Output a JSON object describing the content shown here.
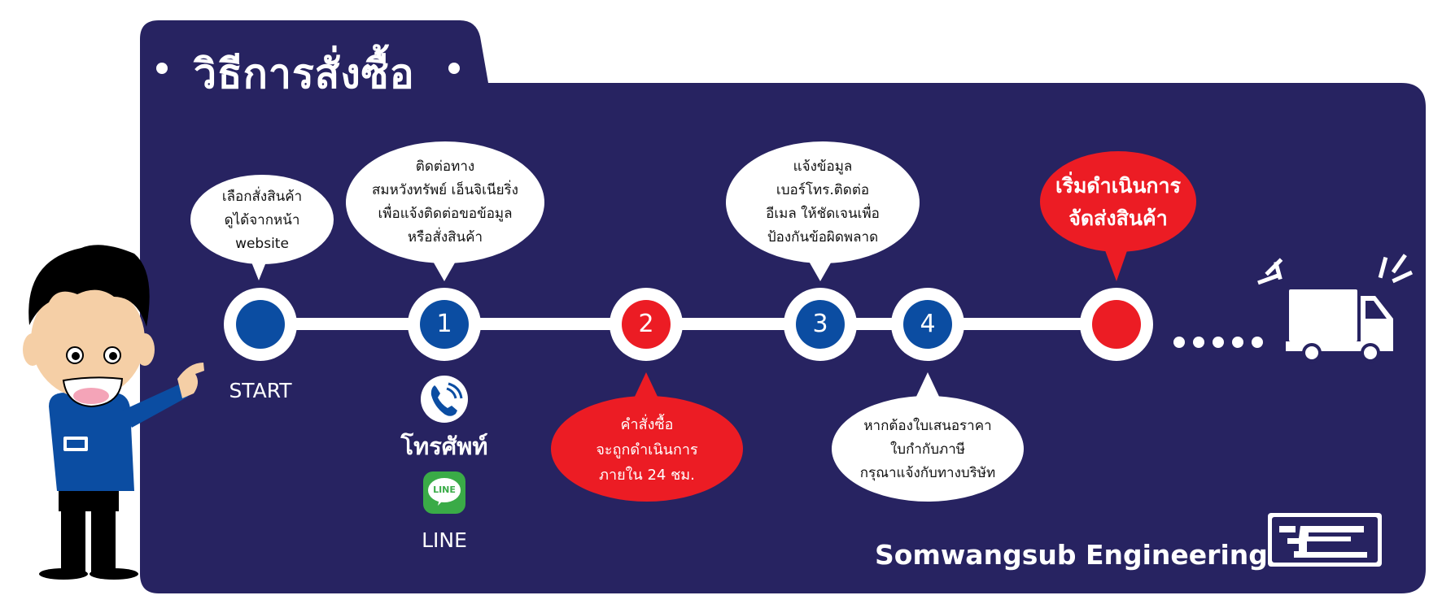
{
  "title": "วิธีการสั่งซื้อ",
  "bubbles": {
    "start": [
      "เลือกสั่งสินค้า",
      "ดูได้จากหน้า",
      "website"
    ],
    "step1": [
      "ติดต่อทาง",
      "สมหวังทรัพย์ เอ็นจิเนียริ่ง",
      "เพื่อแจ้งติดต่อขอข้อมูล",
      "หรือสั่งสินค้า"
    ],
    "step2": [
      "คำสั่งซื้อ",
      "จะถูกดำเนินการ",
      "ภายใน 24 ชม."
    ],
    "step3": [
      "แจ้งข้อมูล",
      "เบอร์โทร.ติดต่อ",
      "อีเมล ให้ชัดเจนเพื่อ",
      "ป้องกันข้อผิดพลาด"
    ],
    "step4": [
      "หากต้องใบเสนอราคา",
      "ใบกำกับภาษี",
      "กรุณาแจ้งกับทางบริษัท"
    ],
    "final": [
      "เริ่มดำเนินการ",
      "จัดส่งสินค้า"
    ]
  },
  "nodes": {
    "n1": "1",
    "n2": "2",
    "n3": "3",
    "n4": "4"
  },
  "labels": {
    "start": "START",
    "phone": "โทรศัพท์",
    "line": "LINE",
    "line_icon_text": "LINE"
  },
  "brand": {
    "name": "Somwangsub Engineering",
    "logo": "SE"
  },
  "colors": {
    "navy": "#272361",
    "blue": "#0b4da2",
    "red": "#ec1c24",
    "green": "#3aab47",
    "white": "#ffffff"
  },
  "icons": [
    "phone-icon",
    "line-icon",
    "truck-icon",
    "mascot"
  ]
}
